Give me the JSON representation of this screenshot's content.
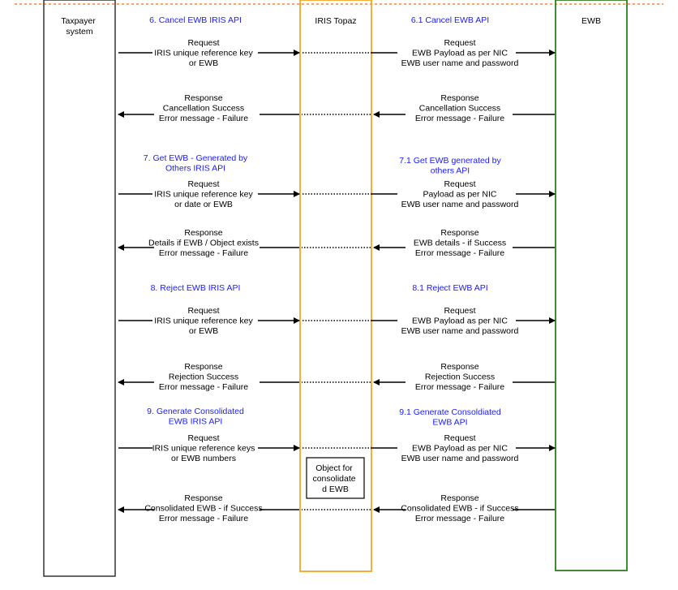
{
  "colors": {
    "blue_text": "#1a1aff",
    "orange_lane": "#f5a623",
    "green_lane": "#2e7d1f",
    "dash_top": "#f07020",
    "line": "#000000"
  },
  "lanes": {
    "taxpayer": [
      "Taxpayer",
      "system"
    ],
    "iris": [
      "IRIS Topaz"
    ],
    "ewb": [
      "EWB"
    ]
  },
  "sections": [
    {
      "left_title": [
        "6. Cancel EWB IRIS API"
      ],
      "right_title": [
        "6.1 Cancel EWB API"
      ],
      "req_left": [
        "Request",
        "IRIS unique reference key",
        "or EWB"
      ],
      "req_right": [
        "Request",
        "EWB Payload as per NIC",
        "EWB user name and password"
      ],
      "res_left": [
        "Response",
        "Cancellation Success",
        "Error message - Failure"
      ],
      "res_right": [
        "Response",
        "Cancellation Success",
        "Error message - Failure"
      ]
    },
    {
      "left_title": [
        "7. Get EWB - Generated by",
        "Others IRIS API"
      ],
      "right_title": [
        "7.1 Get EWB generated by",
        "others API"
      ],
      "req_left": [
        "Request",
        "IRIS unique reference key",
        "or date or EWB"
      ],
      "req_right": [
        "Request",
        "Payload as per NIC",
        "EWB user name and password"
      ],
      "res_left": [
        "Response",
        "Details if EWB / Object exists",
        "Error message - Failure"
      ],
      "res_right": [
        "Response",
        "EWB details - if Success",
        "Error message - Failure"
      ]
    },
    {
      "left_title": [
        "8. Reject EWB IRIS API"
      ],
      "right_title": [
        "8.1 Reject EWB API"
      ],
      "req_left": [
        "Request",
        "IRIS unique reference key",
        "or EWB"
      ],
      "req_right": [
        "Request",
        "EWB Payload as per NIC",
        "EWB user name and password"
      ],
      "res_left": [
        "Response",
        "Rejection Success",
        "Error message - Failure"
      ],
      "res_right": [
        "Response",
        "Rejection Success",
        "Error message - Failure"
      ]
    },
    {
      "left_title": [
        "9. Generate Consolidated",
        "EWB IRIS API"
      ],
      "right_title": [
        "9.1 Generate Consoldiated",
        "EWB API"
      ],
      "req_left": [
        "Request",
        "IRIS unique reference keys",
        "or EWB numbers"
      ],
      "req_right": [
        "Request",
        "EWB Payload as per NIC",
        "EWB user name and password"
      ],
      "res_left": [
        "Response",
        "Consolidated EWB - if Success",
        "Error message - Failure"
      ],
      "res_right": [
        "Response",
        "Consolidated EWB - if Success",
        "Error message - Failure"
      ]
    }
  ],
  "object_box": [
    "Object for",
    "consolidate",
    "d EWB"
  ]
}
